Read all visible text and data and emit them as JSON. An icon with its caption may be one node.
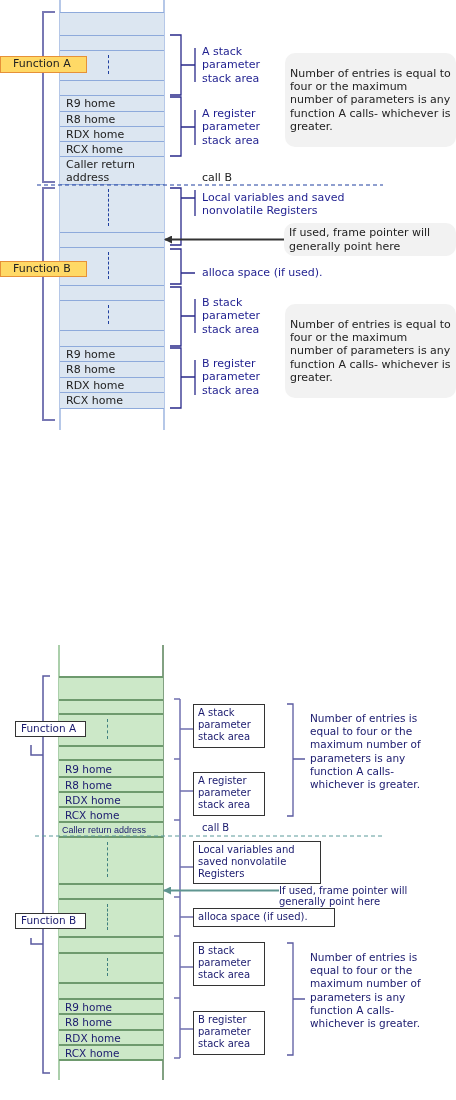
{
  "diagram": {
    "nodes": [
      {
        "text": [],
        "shape": "box"
      },
      {
        "text": [],
        "shape": "box",
        "in": 0
      },
      {
        "text": [],
        "shape": "box",
        "in": 0
      },
      {
        "text": [],
        "shape": "box",
        "in": 0
      },
      {
        "text": [],
        "shape": "box",
        "in": 0
      },
      {
        "text": [
          "R9 home"
        ],
        "in": 0
      },
      {
        "text": [
          "R8 home"
        ],
        "in": 0
      },
      {
        "text": [
          "RDX home"
        ],
        "in": 0
      },
      {
        "text": [
          "RCX home"
        ],
        "in": 0
      },
      {
        "text": [
          "Caller return address"
        ],
        "in": 0
      },
      {
        "text": [],
        "shape": "box",
        "in": 0
      },
      {
        "text": [],
        "shape": "box",
        "in": 0
      },
      {
        "text": [],
        "shape": "box",
        "in": 0
      },
      {
        "text": [],
        "shape": "box",
        "in": 0
      },
      {
        "text": [],
        "shape": "box",
        "in": 0
      },
      {
        "text": [],
        "shape": "box",
        "in": 0
      },
      {
        "text": [
          "R9 home"
        ],
        "in": 0
      },
      {
        "text": [
          "R8 home"
        ],
        "in": 0
      },
      {
        "text": [
          "RDX home"
        ],
        "in": 0
      },
      {
        "text": [
          "RCX home"
        ],
        "in": 0
      },
      {
        "text": [
          "Function A"
        ]
      },
      {
        "text": [
          "Function B"
        ]
      },
      {
        "text": [
          "Number of entries is equal to four or the maximum number of parameters is any function A calls- whichever is greater."
        ]
      },
      {
        "text": [
          "If used, frame pointer will generally point here"
        ]
      },
      {
        "text": [
          "Number of entries is equal to four or the maximum number of parameters is any function A calls- whichever is greater."
        ]
      },
      {
        "text": [],
        "shape": "box"
      },
      {
        "text": [],
        "shape": "box",
        "in": 25
      },
      {
        "text": [],
        "shape": "box",
        "in": 25
      },
      {
        "text": [],
        "shape": "box",
        "in": 25
      },
      {
        "text": [],
        "shape": "box",
        "in": 25
      },
      {
        "text": [
          "R9 home"
        ],
        "in": 25
      },
      {
        "text": [
          "R8 home"
        ],
        "in": 25
      },
      {
        "text": [
          "RDX home"
        ],
        "in": 25
      },
      {
        "text": [
          "RCX home"
        ],
        "in": 25
      },
      {
        "text": [
          "Caller return address"
        ],
        "in": 25
      },
      {
        "text": [],
        "shape": "box",
        "in": 25
      },
      {
        "text": [],
        "shape": "box",
        "in": 25
      },
      {
        "text": [],
        "shape": "box",
        "in": 25
      },
      {
        "text": [],
        "shape": "box",
        "in": 25
      },
      {
        "text": [],
        "shape": "box",
        "in": 25
      },
      {
        "text": [],
        "shape": "box",
        "in": 25
      },
      {
        "text": [
          "R9 home"
        ],
        "in": 25
      },
      {
        "text": [
          "R8 home"
        ],
        "in": 25
      },
      {
        "text": [
          "RDX home"
        ],
        "in": 25
      },
      {
        "text": [
          "RCX home"
        ],
        "in": 25
      },
      {
        "text": [
          "Function A"
        ]
      },
      {
        "text": [
          "Function B"
        ]
      },
      {
        "text": [
          "A stack parameter stack area"
        ]
      },
      {
        "text": [
          "A register parameter stack area"
        ]
      },
      {
        "text": [
          "Local variables and saved nonvolatile Registers"
        ]
      },
      {
        "text": [
          "If used, frame pointer will generally point here"
        ]
      },
      {
        "text": [
          "alloca space (if used)."
        ]
      },
      {
        "text": [
          "B stack parameter stack area"
        ]
      },
      {
        "text": [
          "B register parameter stack area"
        ]
      }
    ],
    "edges": [
      {
        "from": 23,
        "to": 11,
        "arrow": "to"
      },
      {
        "from": 50,
        "to": 36,
        "arrow": "to",
        "color": "#5f9590"
      }
    ],
    "labels": [
      "A stack parameter stack area",
      "A register parameter stack area",
      "call B",
      "Local variables and saved nonvolatile Registers",
      "alloca space (if used).",
      "B stack parameter stack area",
      "B register parameter stack area",
      "call B",
      "Number of entries is equal to four or the maximum number of parameters is any function A calls- whichever is greater.",
      "Number of entries is equal to four or the maximum number of parameters is any function A calls- whichever is greater."
    ]
  }
}
